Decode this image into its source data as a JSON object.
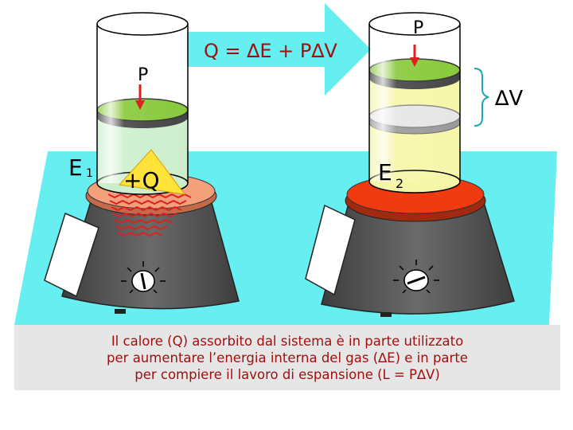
{
  "equation": "Q = ∆E + P∆V",
  "left_apparatus": {
    "pressure_label": "P",
    "energy_label": "E",
    "energy_subscript": "1",
    "heat_label": "+Q"
  },
  "right_apparatus": {
    "pressure_label": "P",
    "energy_label": "E",
    "energy_subscript": "2",
    "volume_change_label": "∆V"
  },
  "caption": {
    "line1": "Il calore (Q) assorbito dal sistema è in parte utilizzato",
    "line2": "per aumentare l’energia interna del gas (∆E) e in parte",
    "line3": "per compiere il lavoro di espansione (L = P∆V)"
  },
  "colors": {
    "floor": "#66eef0",
    "arrow": "#66eef0",
    "stand": "#555555",
    "left_plate": "#f4a07a",
    "right_plate": "#f03a10",
    "piston": "#88c93a",
    "left_gas": "#cdeecd",
    "right_gas": "#f6f6a8",
    "heat_wave": "#e02020",
    "caption_text": "#a01010",
    "equation_text": "#a01010"
  }
}
